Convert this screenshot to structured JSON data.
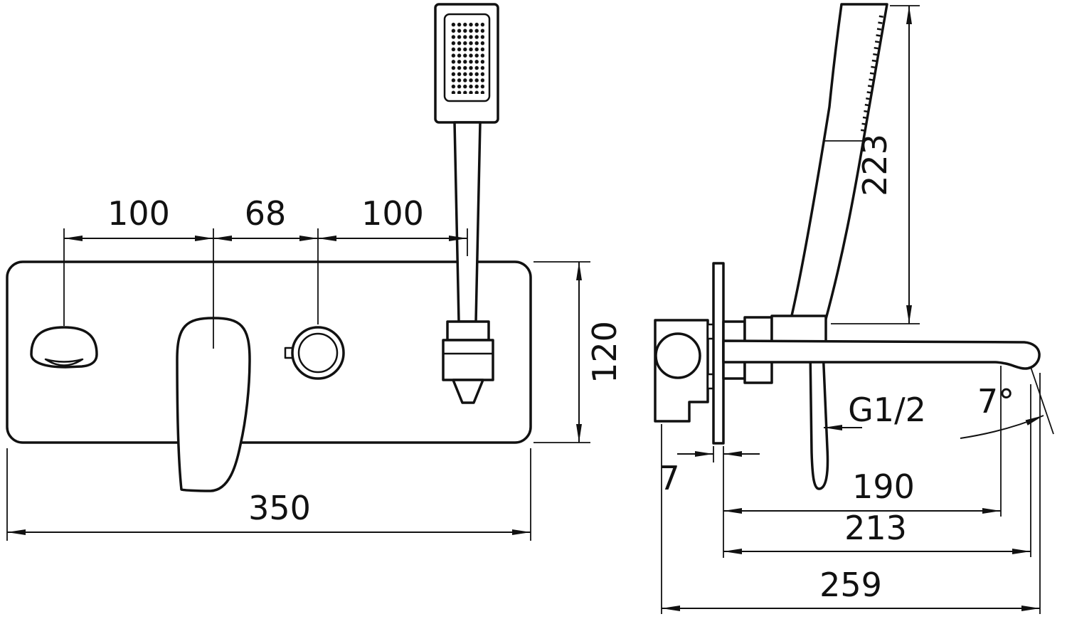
{
  "colors": {
    "line": "#111111",
    "background": "#ffffff"
  },
  "dimensions": {
    "front": {
      "spacing_left": "100",
      "spacing_center": "68",
      "spacing_right": "100",
      "plate_height": "120",
      "plate_width": "350"
    },
    "side": {
      "shower_height": "223",
      "plate_thickness": "7",
      "thread": "G1/2",
      "spout_angle": "7°",
      "spout_reach": "190",
      "depth_to_tip": "213",
      "total_depth": "259"
    }
  }
}
